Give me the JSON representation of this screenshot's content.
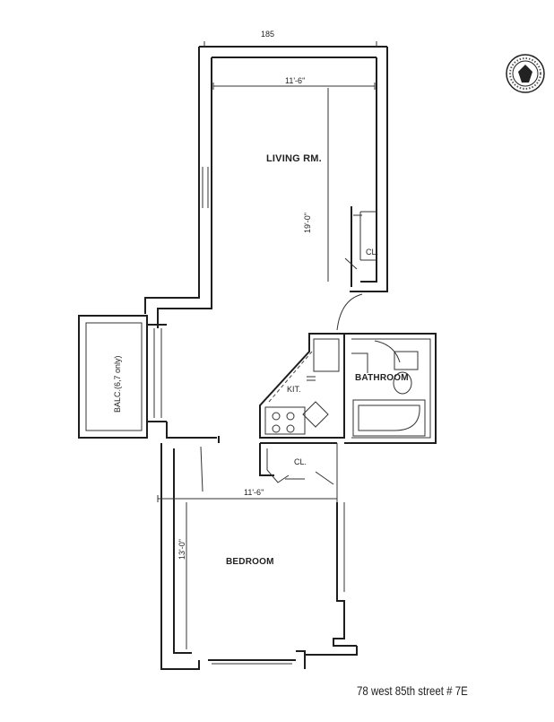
{
  "plan": {
    "top_dimension": "185",
    "rooms": {
      "living": "LIVING RM.",
      "kitchen": "KIT.",
      "bathroom": "BATHROOM",
      "bedroom": "BEDROOM",
      "balcony": "BALC.(6,7 only)",
      "closet_living": "CL.",
      "closet_hall": "CL."
    },
    "dimensions": {
      "living_width": "11'-6\"",
      "living_length": "19'-0\"",
      "bedroom_width": "11'-6\"",
      "bedroom_length": "13'-0\""
    }
  },
  "caption": "78 west 85th street # 7E"
}
